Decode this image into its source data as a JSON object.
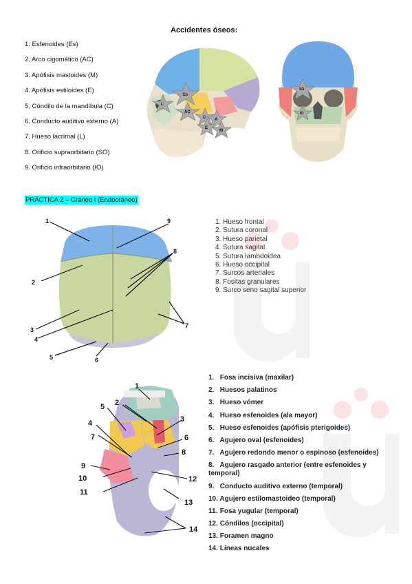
{
  "section1": {
    "title": "Accidentes óseos:",
    "items": [
      "1. Esfenoides (Es)",
      "2. Arco cigomático (AC)",
      "3. Apófisis mastoides (M)",
      "4. Apófisis estiloides (E)",
      "5. Cóndilo de la mandíbula (C)",
      "6. Conducto auditivo externo (A)",
      "7. Hueso lacrimal (L)",
      "8. Orificio supraorbitario (SO)",
      "9. Orificio infraorbitario (IO)"
    ],
    "lateral_star_labels": [
      "L",
      "Es",
      "AC",
      "C",
      "A",
      "E",
      "M"
    ],
    "frontal_star_labels": [
      "SO",
      "IO"
    ]
  },
  "section2": {
    "banner": "PRÁCTICA 2 – Cráneo I (Endocráneo)",
    "callouts": [
      "1",
      "9",
      "8",
      "2",
      "3",
      "4",
      "5",
      "6",
      "7"
    ],
    "items": [
      "1.  Hueso frontal",
      "2.  Sutura coronal",
      "3.  Hueso parietal",
      "4.  Sutura sagital",
      "5.  Sutura lambdoidea",
      "6.  Hueso occipital",
      "7.  Surcos arteriales",
      "8.  Fositas granulares",
      "9.  Surco seno sagital superior"
    ]
  },
  "section3": {
    "callouts": [
      "1",
      "2",
      "3",
      "5",
      "4",
      "6",
      "7",
      "8",
      "9",
      "10",
      "12",
      "11",
      "13",
      "14"
    ],
    "items": [
      {
        "n": "1.",
        "t": "Fosa incisiva (maxilar)"
      },
      {
        "n": "2.",
        "t": "Huesos palatinos"
      },
      {
        "n": "3.",
        "t": "Hueso vómer"
      },
      {
        "n": "4.",
        "t": "Hueso esfenoides (ala mayor)"
      },
      {
        "n": "5.",
        "t": "Hueso esfenoides (apófisis pterigoides)"
      },
      {
        "n": "6.",
        "t": "Agujero oval (esfenoides)"
      },
      {
        "n": "7.",
        "t": "Agujero redondo menor o espinoso (esfenoides)"
      },
      {
        "n": "8.",
        "t": "Agujero rasgado anterior (entre esfenoides y temporal)"
      },
      {
        "n": "9.",
        "t": "Conducto auditivo externo (temporal)"
      },
      {
        "n": "10.",
        "t": "Agujero estilomastoideo (temporal)"
      },
      {
        "n": "11.",
        "t": "Fosa yugular (temporal)"
      },
      {
        "n": "12.",
        "t": "Cóndilos (occipital)"
      },
      {
        "n": "13.",
        "t": "Foramen magno"
      },
      {
        "n": "14.",
        "t": "Líneas nucales"
      }
    ]
  }
}
